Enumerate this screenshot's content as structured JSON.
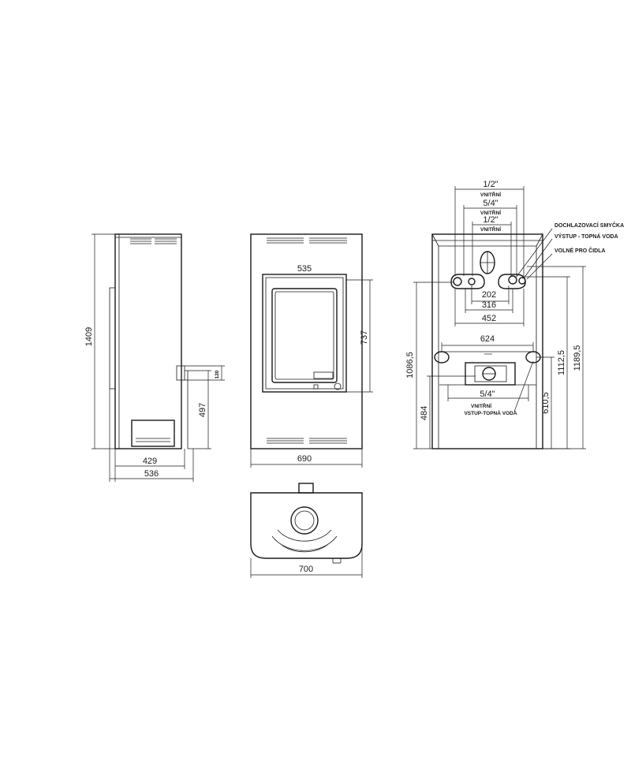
{
  "dimensions": {
    "side_height": "1409",
    "side_flue_height": "497",
    "side_flue_offset": "120",
    "side_depth_inner": "429",
    "side_depth_total": "536",
    "front_glass_width": "535",
    "front_glass_height": "737",
    "front_width": "690",
    "top_width": "700",
    "back_top_pipe_1": "1/2\"",
    "back_top_pipe_2": "5/4\"",
    "back_top_pipe_3": "1/2\"",
    "back_spacing_202": "202",
    "back_spacing_316": "316",
    "back_spacing_452": "452",
    "back_spacing_624": "624",
    "back_lower_pipe": "5/4\"",
    "back_h_10865": "1086,5",
    "back_h_484": "484",
    "back_h_6105": "610,5",
    "back_h_11125": "1112,5",
    "back_h_11895": "1189,5"
  },
  "labels": {
    "vnitrni_1": "VNITŘNÍ",
    "vnitrni_2": "VNITŘNÍ",
    "vnitrni_3": "VNITŘNÍ",
    "vnitrni_4": "VNITŘNÍ",
    "dochlazovaci": "DOCHLAZOVACÍ SMYČKA",
    "vystup": "VÝSTUP - TOPNÁ VODA",
    "volne": "VOLNÉ PRO ČIDLA",
    "vstup": "VSTUP-TOPNÁ VODA"
  }
}
